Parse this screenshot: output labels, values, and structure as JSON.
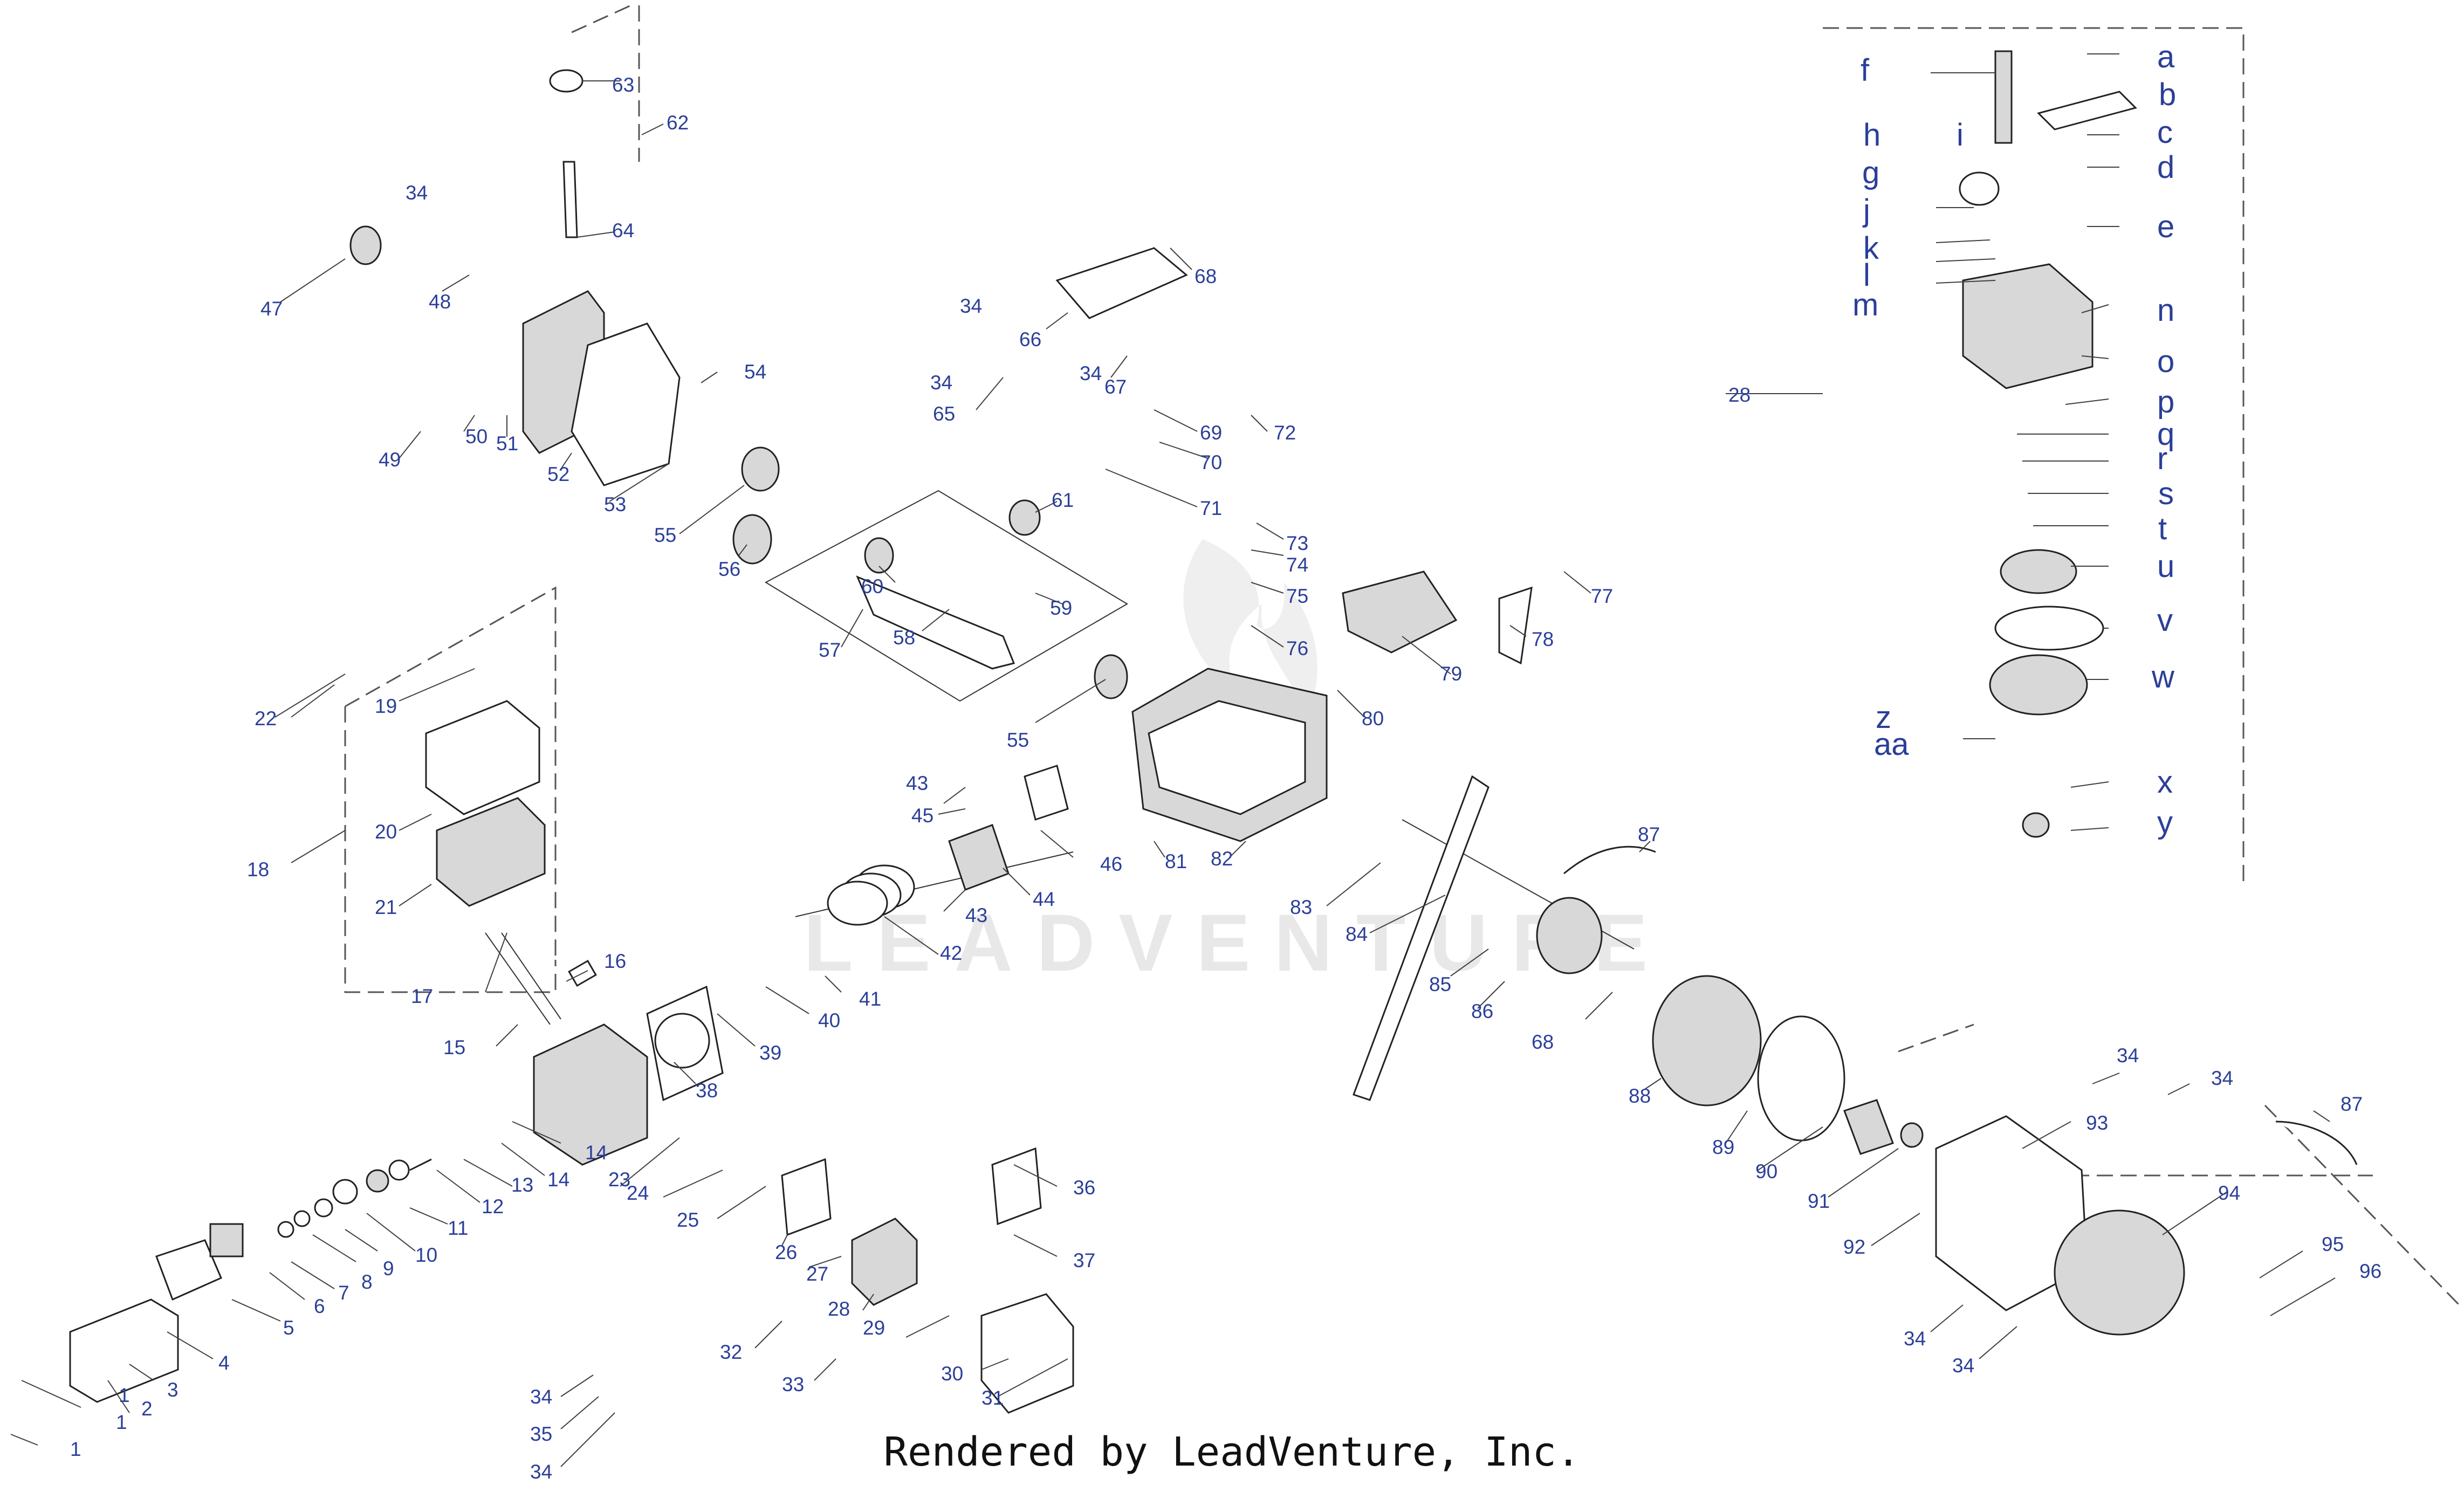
{
  "footer": "Rendered by LeadVenture, Inc.",
  "watermark": "LEADVENTURE",
  "colors": {
    "callout": "#2b3f99",
    "lines": "#404040"
  },
  "callouts": [
    {
      "label": "1"
    },
    {
      "label": "1"
    },
    {
      "label": "1"
    },
    {
      "label": "2"
    },
    {
      "label": "3"
    },
    {
      "label": "4"
    },
    {
      "label": "5"
    },
    {
      "label": "6"
    },
    {
      "label": "7"
    },
    {
      "label": "8"
    },
    {
      "label": "9"
    },
    {
      "label": "10"
    },
    {
      "label": "11"
    },
    {
      "label": "12"
    },
    {
      "label": "13"
    },
    {
      "label": "14"
    },
    {
      "label": "14"
    },
    {
      "label": "15"
    },
    {
      "label": "16"
    },
    {
      "label": "17"
    },
    {
      "label": "18"
    },
    {
      "label": "19"
    },
    {
      "label": "20"
    },
    {
      "label": "21"
    },
    {
      "label": "22"
    },
    {
      "label": "23"
    },
    {
      "label": "24"
    },
    {
      "label": "25"
    },
    {
      "label": "26"
    },
    {
      "label": "27"
    },
    {
      "label": "28"
    },
    {
      "label": "28"
    },
    {
      "label": "29"
    },
    {
      "label": "30"
    },
    {
      "label": "31"
    },
    {
      "label": "32"
    },
    {
      "label": "33"
    },
    {
      "label": "34"
    },
    {
      "label": "34"
    },
    {
      "label": "34"
    },
    {
      "label": "34"
    },
    {
      "label": "34"
    },
    {
      "label": "34"
    },
    {
      "label": "34"
    },
    {
      "label": "34"
    },
    {
      "label": "34"
    },
    {
      "label": "34"
    },
    {
      "label": "34"
    },
    {
      "label": "35"
    },
    {
      "label": "36"
    },
    {
      "label": "37"
    },
    {
      "label": "38"
    },
    {
      "label": "39"
    },
    {
      "label": "40"
    },
    {
      "label": "41"
    },
    {
      "label": "42"
    },
    {
      "label": "43"
    },
    {
      "label": "43"
    },
    {
      "label": "44"
    },
    {
      "label": "45"
    },
    {
      "label": "46"
    },
    {
      "label": "47"
    },
    {
      "label": "48"
    },
    {
      "label": "49"
    },
    {
      "label": "50"
    },
    {
      "label": "51"
    },
    {
      "label": "52"
    },
    {
      "label": "53"
    },
    {
      "label": "54"
    },
    {
      "label": "55"
    },
    {
      "label": "55"
    },
    {
      "label": "56"
    },
    {
      "label": "57"
    },
    {
      "label": "58"
    },
    {
      "label": "59"
    },
    {
      "label": "60"
    },
    {
      "label": "61"
    },
    {
      "label": "62"
    },
    {
      "label": "63"
    },
    {
      "label": "64"
    },
    {
      "label": "65"
    },
    {
      "label": "66"
    },
    {
      "label": "67"
    },
    {
      "label": "68"
    },
    {
      "label": "68"
    },
    {
      "label": "69"
    },
    {
      "label": "70"
    },
    {
      "label": "71"
    },
    {
      "label": "72"
    },
    {
      "label": "73"
    },
    {
      "label": "74"
    },
    {
      "label": "75"
    },
    {
      "label": "76"
    },
    {
      "label": "77"
    },
    {
      "label": "78"
    },
    {
      "label": "79"
    },
    {
      "label": "80"
    },
    {
      "label": "81"
    },
    {
      "label": "82"
    },
    {
      "label": "83"
    },
    {
      "label": "84"
    },
    {
      "label": "85"
    },
    {
      "label": "86"
    },
    {
      "label": "87"
    },
    {
      "label": "87"
    },
    {
      "label": "88"
    },
    {
      "label": "89"
    },
    {
      "label": "90"
    },
    {
      "label": "91"
    },
    {
      "label": "92"
    },
    {
      "label": "93"
    },
    {
      "label": "94"
    },
    {
      "label": "95"
    },
    {
      "label": "96"
    }
  ],
  "letters": [
    {
      "label": "a"
    },
    {
      "label": "b"
    },
    {
      "label": "c"
    },
    {
      "label": "d"
    },
    {
      "label": "e"
    },
    {
      "label": "f"
    },
    {
      "label": "g"
    },
    {
      "label": "h"
    },
    {
      "label": "i"
    },
    {
      "label": "j"
    },
    {
      "label": "k"
    },
    {
      "label": "l"
    },
    {
      "label": "m"
    },
    {
      "label": "n"
    },
    {
      "label": "o"
    },
    {
      "label": "p"
    },
    {
      "label": "q"
    },
    {
      "label": "r"
    },
    {
      "label": "s"
    },
    {
      "label": "t"
    },
    {
      "label": "u"
    },
    {
      "label": "v"
    },
    {
      "label": "w"
    },
    {
      "label": "x"
    },
    {
      "label": "y"
    },
    {
      "label": "z"
    },
    {
      "label": "aa"
    }
  ]
}
